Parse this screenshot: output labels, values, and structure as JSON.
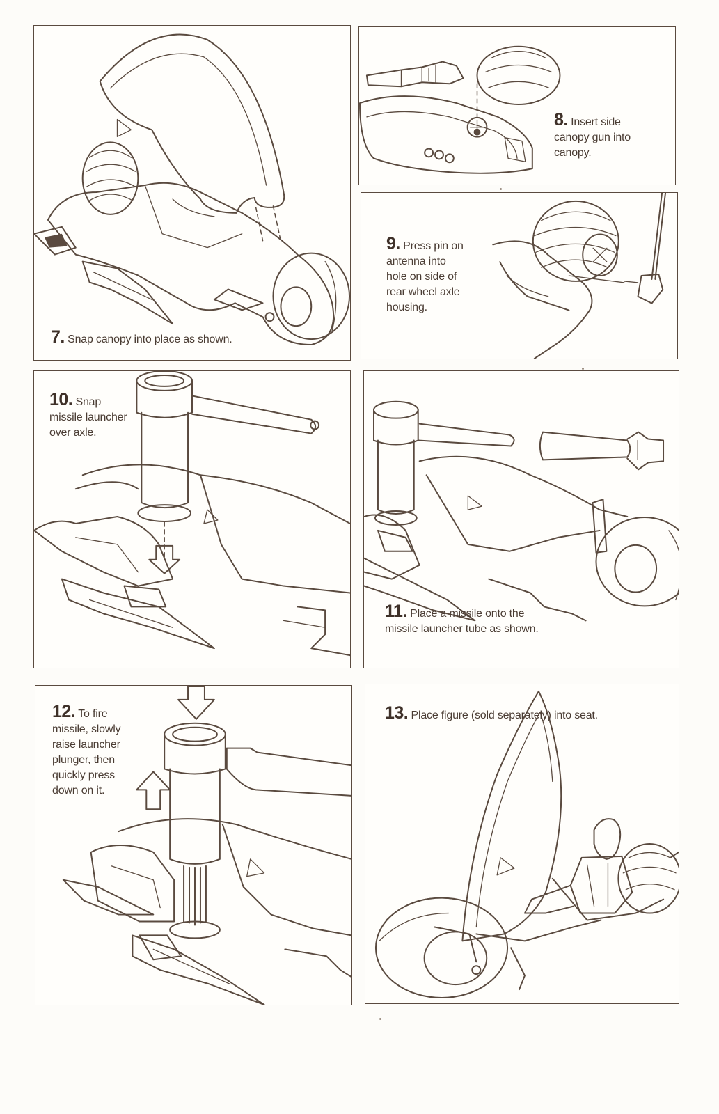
{
  "steps": [
    {
      "number": "7.",
      "text": "Snap canopy into place as shown."
    },
    {
      "number": "8.",
      "text": "Insert side\ncanopy gun into\ncanopy."
    },
    {
      "number": "9.",
      "text": "Press pin on\nantenna into\nhole on side of\nrear wheel axle\nhousing."
    },
    {
      "number": "10.",
      "text": "Snap\nmissile launcher\nover axle."
    },
    {
      "number": "11.",
      "text": "Place a  missile onto the\nmissile launcher tube as shown."
    },
    {
      "number": "12.",
      "text": "To fire\nmissile, slowly\nraise launcher\nplunger, then\nquickly press\ndown on it."
    },
    {
      "number": "13.",
      "text": "Place figure (sold separately) into seat."
    }
  ],
  "colors": {
    "ink": "#5a4a3f",
    "paper": "#fffefb"
  }
}
